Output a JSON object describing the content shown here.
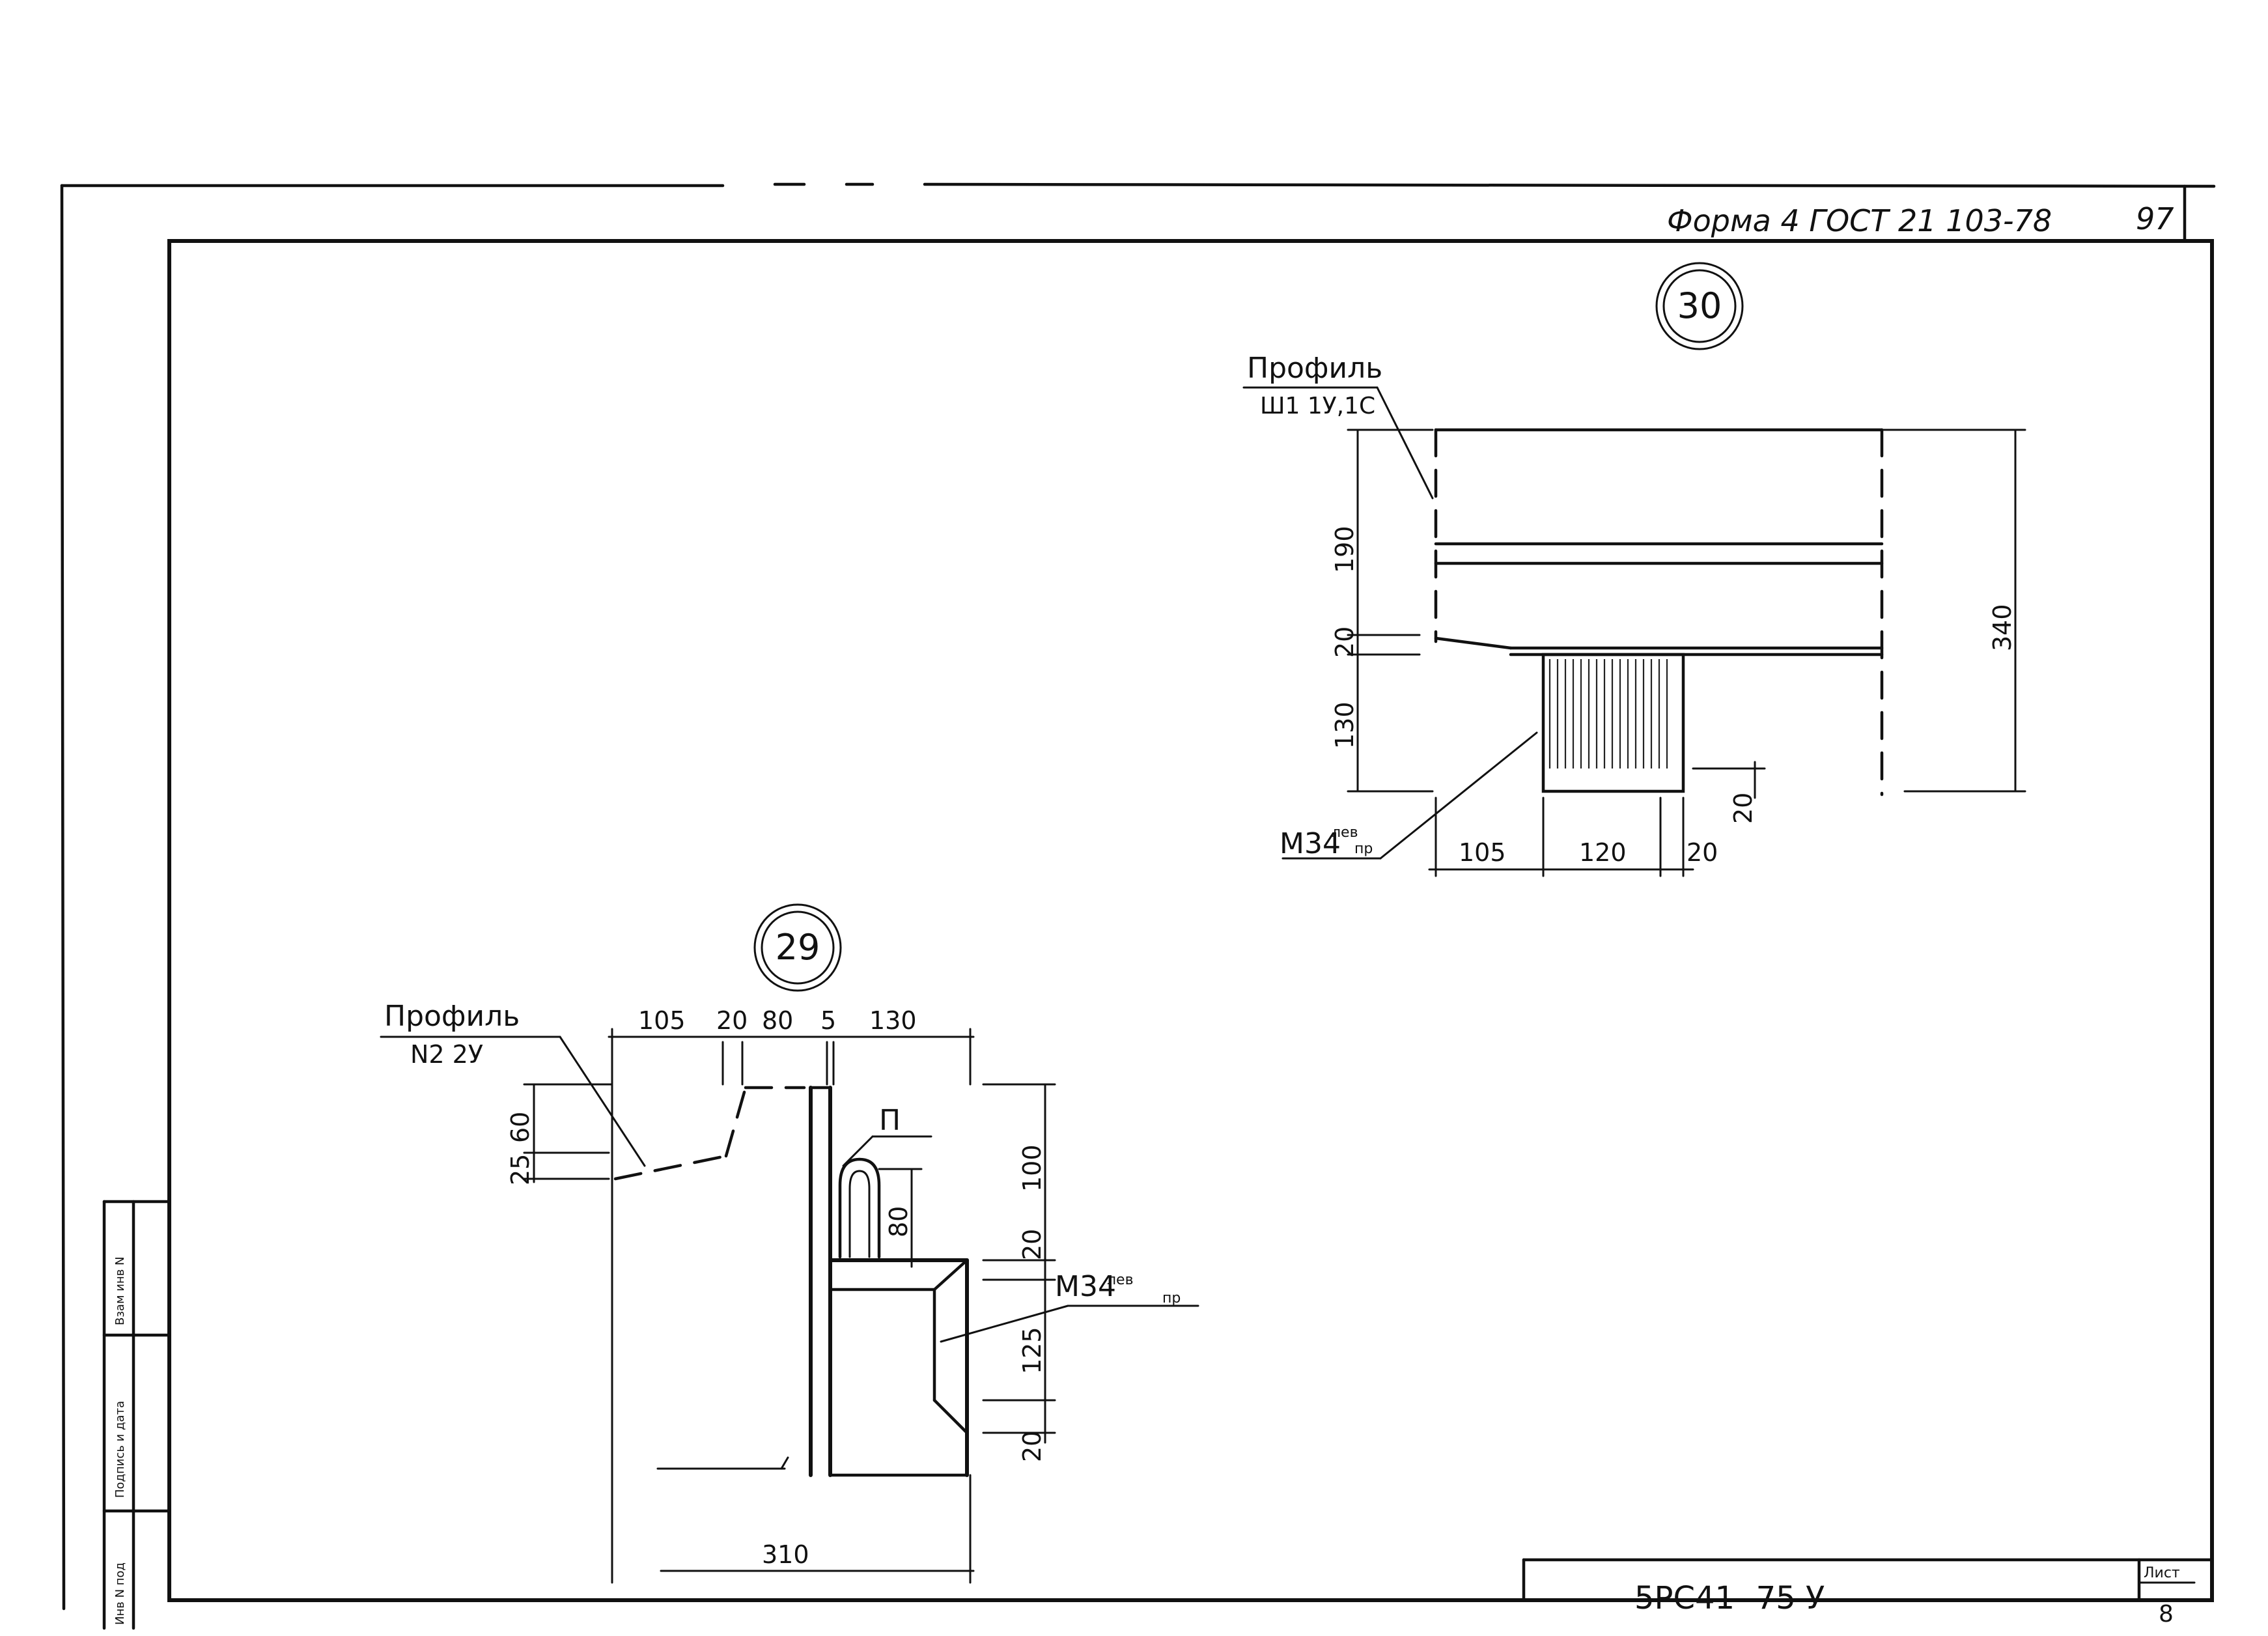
{
  "header": {
    "form_note": "Форма 4 ГОСТ 21 103-78",
    "page_number": "97"
  },
  "title_block": {
    "code": "5РС41- 75 У",
    "sheet_label": "Лист",
    "sheet_number": "8"
  },
  "side_stamp": {
    "cells": [
      "Инв N под",
      "Подпись и дата",
      "Взам инв N"
    ]
  },
  "detail_30": {
    "number": "30",
    "profile_label": "Профиль",
    "profile_ref": "Ш1 1У,1С",
    "material_label": "М34",
    "material_sup": "лев",
    "material_sub": "пр",
    "dims": {
      "top": "190",
      "step": "20",
      "lower": "130",
      "total_height": "340",
      "bottom_offset": "20",
      "width_left": "105",
      "width_mid": "120",
      "width_right": "20"
    }
  },
  "detail_29": {
    "number": "29",
    "profile_label": "Профиль",
    "profile_ref": "N2 2У",
    "material_label": "М34",
    "material_sup": "лев",
    "material_sub": "пр",
    "part_label": "П",
    "dims": {
      "top_105": "105",
      "top_20": "20",
      "top_80": "80",
      "top_5": "5",
      "top_130": "130",
      "left_60": "60",
      "left_25": "25",
      "right_100": "100",
      "inner_80": "80",
      "right_20a": "20",
      "right_125": "125",
      "right_20b": "20",
      "bottom_310": "310"
    }
  }
}
